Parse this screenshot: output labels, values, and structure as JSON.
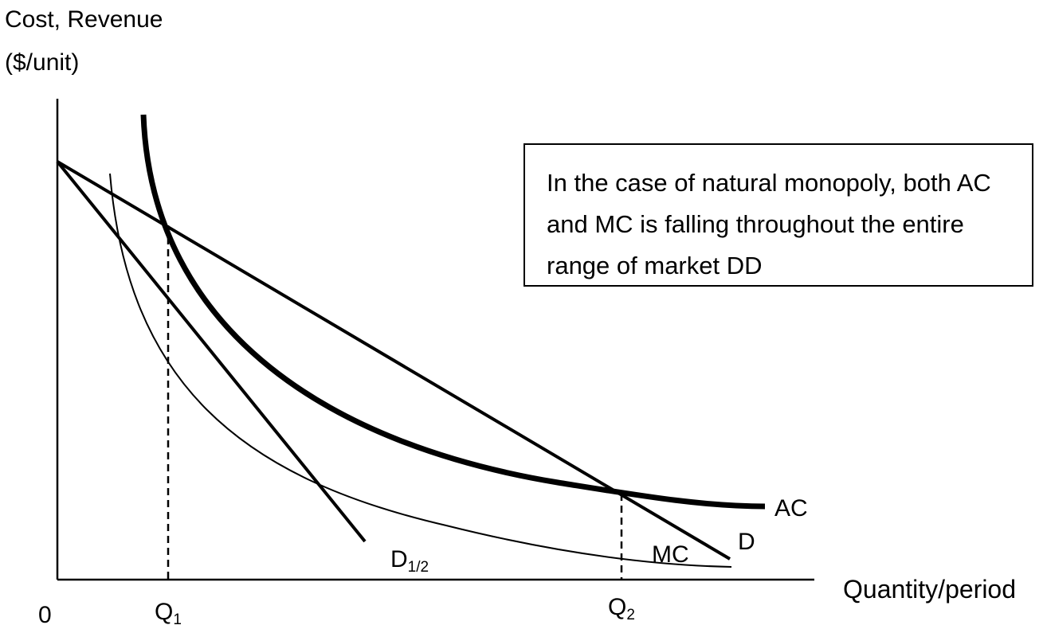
{
  "axes": {
    "y_label_line1": "Cost, Revenue",
    "y_label_line2": "($/unit)",
    "x_label": "Quantity/period",
    "origin_label": "0",
    "q1_base": "Q",
    "q1_sub": "1",
    "q2_base": "Q",
    "q2_sub": "2"
  },
  "curves": {
    "ac": "AC",
    "mc": "MC",
    "d": "D",
    "dhalf_base": "D",
    "dhalf_sub": "1/2"
  },
  "annotation": {
    "text": "In the case of natural monopoly, both AC and MC is falling throughout the entire range of market DD"
  },
  "colors": {
    "line": "#000000",
    "background": "#ffffff"
  }
}
